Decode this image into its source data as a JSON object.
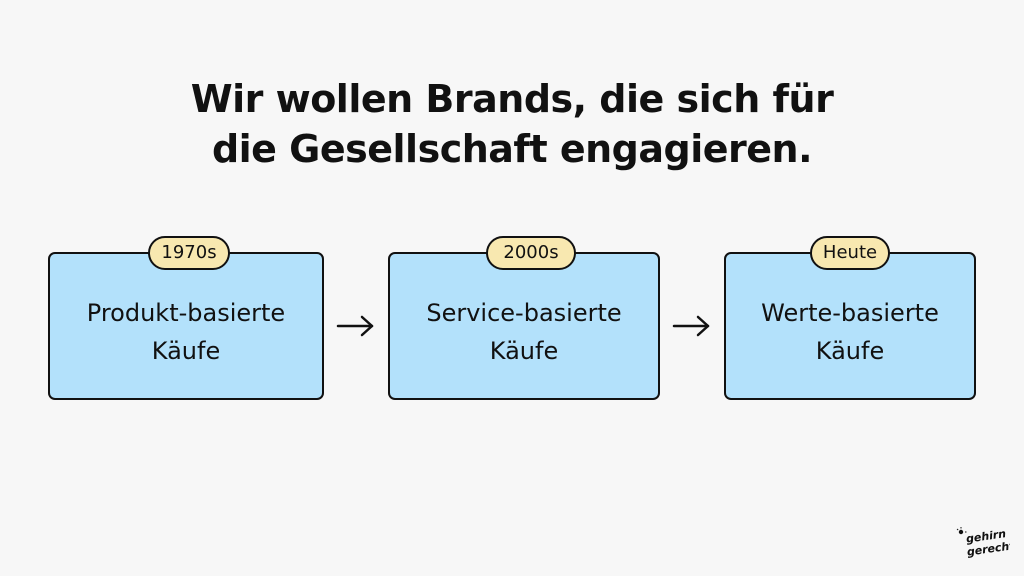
{
  "title": {
    "line1": "Wir wollen Brands, die sich für",
    "line2": "die Gesellschaft engagieren."
  },
  "stages": [
    {
      "era": "1970s",
      "line1": "Produkt-basierte",
      "line2": "Käufe"
    },
    {
      "era": "2000s",
      "line1": "Service-basierte",
      "line2": "Käufe"
    },
    {
      "era": "Heute",
      "line1": "Werte-basierte",
      "line2": "Käufe"
    }
  ],
  "logo": {
    "line1": "gehirn",
    "line2": "gerecht",
    "icon": "brain-spark-icon"
  },
  "colors": {
    "background": "#f7f7f7",
    "box_fill": "#b3e1fb",
    "badge_fill": "#f8e8b0",
    "ink": "#111111"
  }
}
